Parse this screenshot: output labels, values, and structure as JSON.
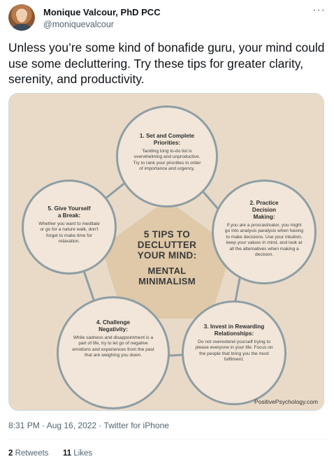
{
  "author": {
    "name": "Monique Valcour, PhD PCC",
    "handle": "@moniquevalcour",
    "more_icon": "more-horizontal-icon"
  },
  "tweet": {
    "text": "Unless you’re some kind of bonafide guru, your mind could use some decluttering. Try these tips for greater clarity, serenity, and productivity."
  },
  "infographic": {
    "center_title": "5 TIPS TO DECLUTTER YOUR MIND:",
    "center_subtitle": "MENTAL MINIMALISM",
    "tips": [
      {
        "title": "1. Set and Complete Priorities:",
        "body": "Tackling long to-do list is overwhelming and unproductive. Try to rank your priorities in order of importance and urgency."
      },
      {
        "title": "2. Practice Decision Making:",
        "body": "If you are a procrastinator, you might go into analysis paralysis when having to make decisions. Use your intuition, keep your values in mind, and look at all the alternatives when making a decision."
      },
      {
        "title": "3. Invest in Rewarding Relationships:",
        "body": "Do not overextend yourself trying to please everyone in your life. Focus on the people that bring you the most fulfilment."
      },
      {
        "title": "4. Challenge Negativity:",
        "body": "While sadness and disappointment is a part of life, try to let go of negative emotions and experiences from the past that are weighing you down."
      },
      {
        "title": "5. Give Yourself a Break:",
        "body": "Whether you want to meditate or go for a nature walk, don't forget to make time for relaxation."
      }
    ],
    "credit": "PositivePsychology.com",
    "colors": {
      "background": "#e9dac8",
      "pentagon": "#dfc9a8",
      "circle_fill": "#f1e6d9",
      "circle_border": "#8e9ea4"
    }
  },
  "meta": {
    "timestamp": "8:31 PM · Aug 16, 2022 · Twitter for iPhone"
  },
  "stats": {
    "retweets_count": "2",
    "retweets_label": "Retweets",
    "likes_count": "11",
    "likes_label": "Likes"
  }
}
